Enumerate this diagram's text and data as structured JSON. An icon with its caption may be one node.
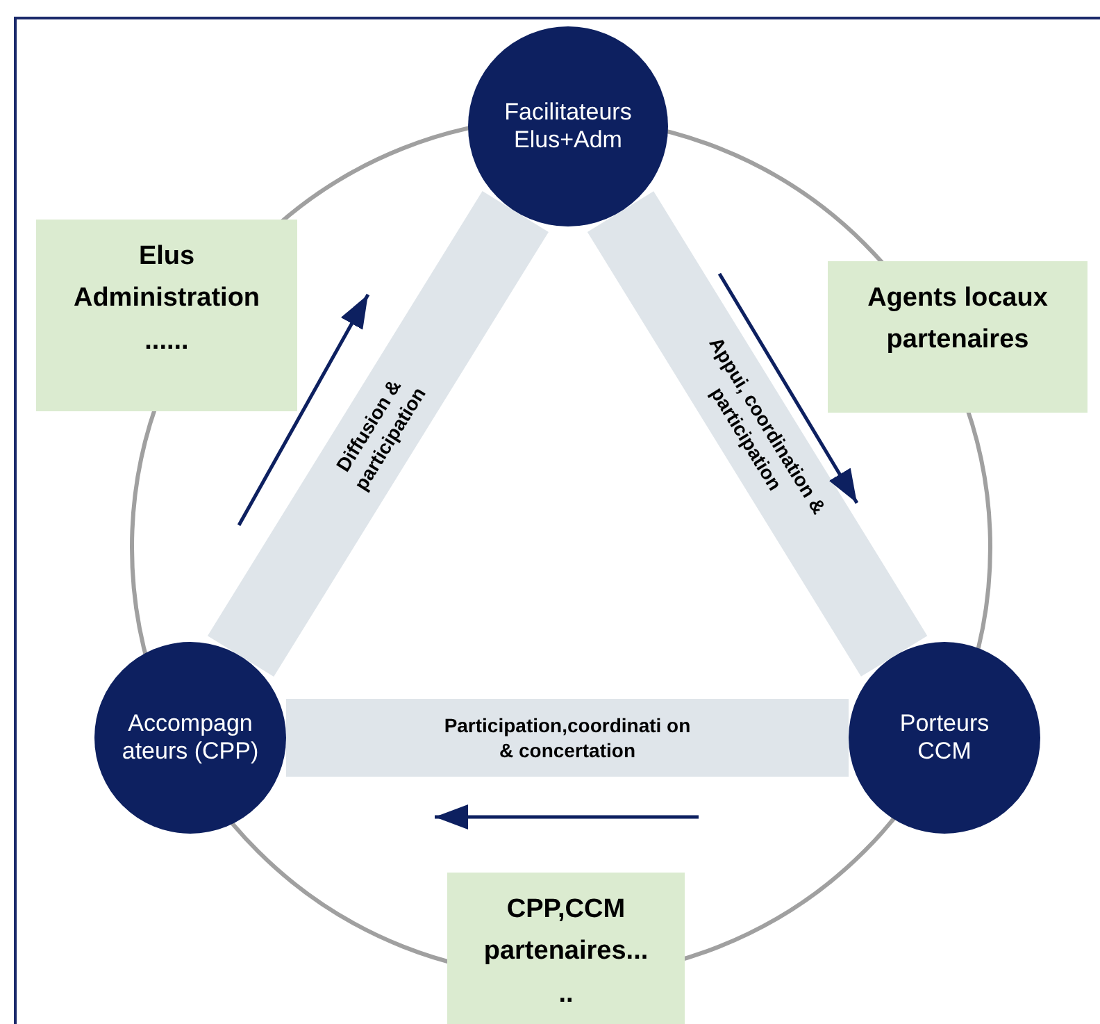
{
  "diagram": {
    "nodes": [
      {
        "text": [
          "Facilitateurs Elus+Adm"
        ]
      },
      {
        "text": [
          "Accompagn ateurs (CPP)"
        ]
      },
      {
        "text": [
          "Porteurs CCM"
        ]
      },
      {
        "text": [
          "Elus Administration ......"
        ]
      },
      {
        "text": [
          "Agents locaux partenaires"
        ]
      },
      {
        "text": [
          "CPP,CCM partenaires... .."
        ]
      }
    ],
    "edges": [
      {
        "from": 1,
        "to": 0,
        "arrow": "none",
        "label": "Diffusion & participation"
      },
      {
        "from": 0,
        "to": 2,
        "arrow": "none",
        "label": "Appui, coordination & participation"
      },
      {
        "from": 2,
        "to": 1,
        "arrow": "none",
        "label": "Participation,coordinati on & concertation"
      }
    ]
  }
}
